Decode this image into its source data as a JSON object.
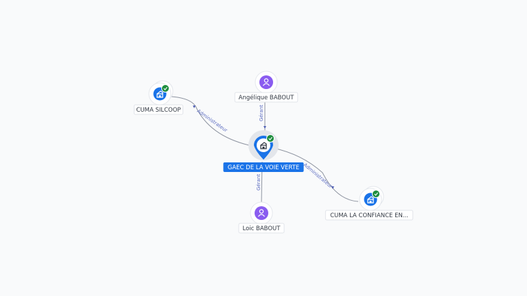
{
  "colors": {
    "company": "#1a73e8",
    "person": "#8a5cf0",
    "verified": "#1e8e3e",
    "edge": "#8d93a0",
    "edge_label": "#5b6bc0"
  },
  "nodes": [
    {
      "id": "gaec",
      "label": "GAEC DE LA VOIE VERTE",
      "type": "company",
      "main": true,
      "verified": true,
      "icon": "building-icon"
    },
    {
      "id": "angelique",
      "label": "Angélique BABOUT",
      "type": "person",
      "main": false,
      "verified": false,
      "icon": "person-icon"
    },
    {
      "id": "loic",
      "label": "Loic BABOUT",
      "type": "person",
      "main": false,
      "verified": false,
      "icon": "person-icon"
    },
    {
      "id": "silcoop",
      "label": "CUMA SILCOOP",
      "type": "company",
      "main": false,
      "verified": true,
      "icon": "building-icon"
    },
    {
      "id": "confiance",
      "label": "CUMA LA CONFIANCE EN...",
      "type": "company",
      "main": false,
      "verified": true,
      "icon": "building-icon"
    }
  ],
  "edges": [
    {
      "from": "gaec",
      "to": "silcoop",
      "label": "Administrateur"
    },
    {
      "from": "angelique",
      "to": "gaec",
      "label": "Gérant"
    },
    {
      "from": "gaec",
      "to": "loic",
      "label": "Gérant"
    },
    {
      "from": "gaec",
      "to": "confiance",
      "label": "Administrateur"
    }
  ]
}
